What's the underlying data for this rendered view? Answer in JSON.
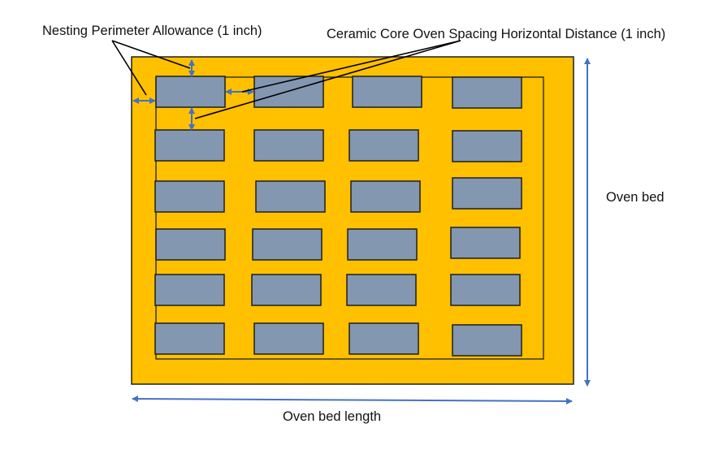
{
  "labels": {
    "nesting": "Nesting Perimeter Allowance (1 inch)",
    "spacing": "Ceramic Core Oven Spacing Horizontal Distance (1 inch)",
    "oven_bed": "Oven bed",
    "oven_bed_length": "Oven bed length"
  },
  "colors": {
    "oven_bed_fill": "#ffc000",
    "core_fill": "#8497b0",
    "outline": "#1f1f1f",
    "dimension_arrow": "#4472c4",
    "leader_line": "#000000"
  },
  "core_grid": {
    "rows": 6,
    "columns": 4
  }
}
